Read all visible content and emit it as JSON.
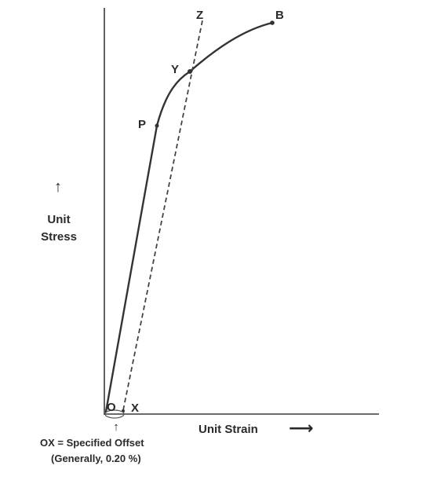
{
  "diagram": {
    "points": {
      "o": "O",
      "x": "X",
      "p": "P",
      "y": "Y",
      "z": "Z",
      "b": "B"
    },
    "y_axis_label": {
      "arrow": "↑",
      "line1": "Unit",
      "line2": "Stress"
    },
    "x_axis_label": {
      "text": "Unit Strain",
      "arrow": "⟶"
    },
    "offset_note": {
      "arrow": "↑",
      "line1": "OX = Specified Offset",
      "line2": "(Generally, 0.20 %)"
    }
  }
}
